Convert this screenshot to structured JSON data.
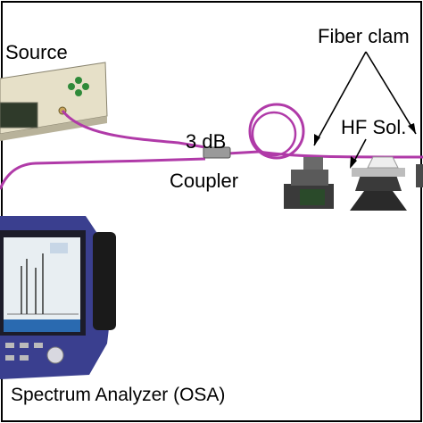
{
  "labels": {
    "source": "Source",
    "fiber_clamp": "Fiber clam",
    "coupler_ratio": "3 dB",
    "coupler": "Coupler",
    "hf_solution": "HF Sol.",
    "osa": "Spectrum Analyzer  (OSA)"
  },
  "colors": {
    "fiber": "#b03aa8",
    "frame": "#000000",
    "osa_body": "#3a3f8f",
    "source_body": "#d8d2b8"
  }
}
